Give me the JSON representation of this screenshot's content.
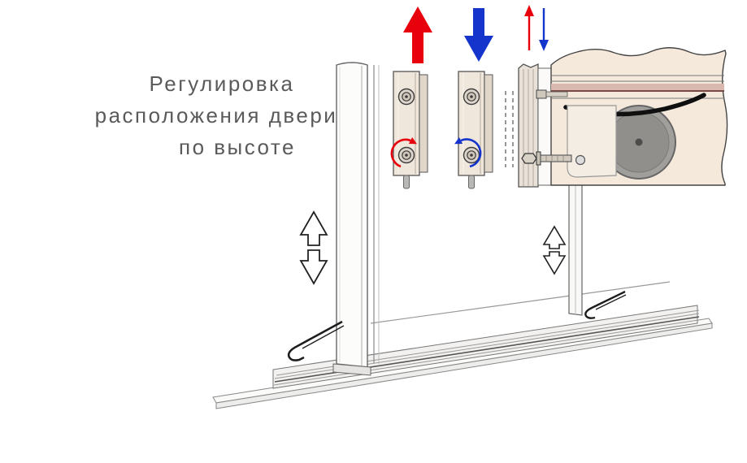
{
  "title": {
    "line1": "Регулировка",
    "line2": "расположения двери",
    "line3": "по высоте"
  },
  "colors": {
    "raise": "#e8000d",
    "lower": "#1534cc",
    "text": "#5a5a5a",
    "panel": "#f5e9dc",
    "profile": "#e9e1d7",
    "strip": "#d9b8b0",
    "strip_line": "#7c4a44",
    "roller_outer": "#a09f9c",
    "roller_inner": "#908f8c",
    "line_dark": "#333333"
  }
}
